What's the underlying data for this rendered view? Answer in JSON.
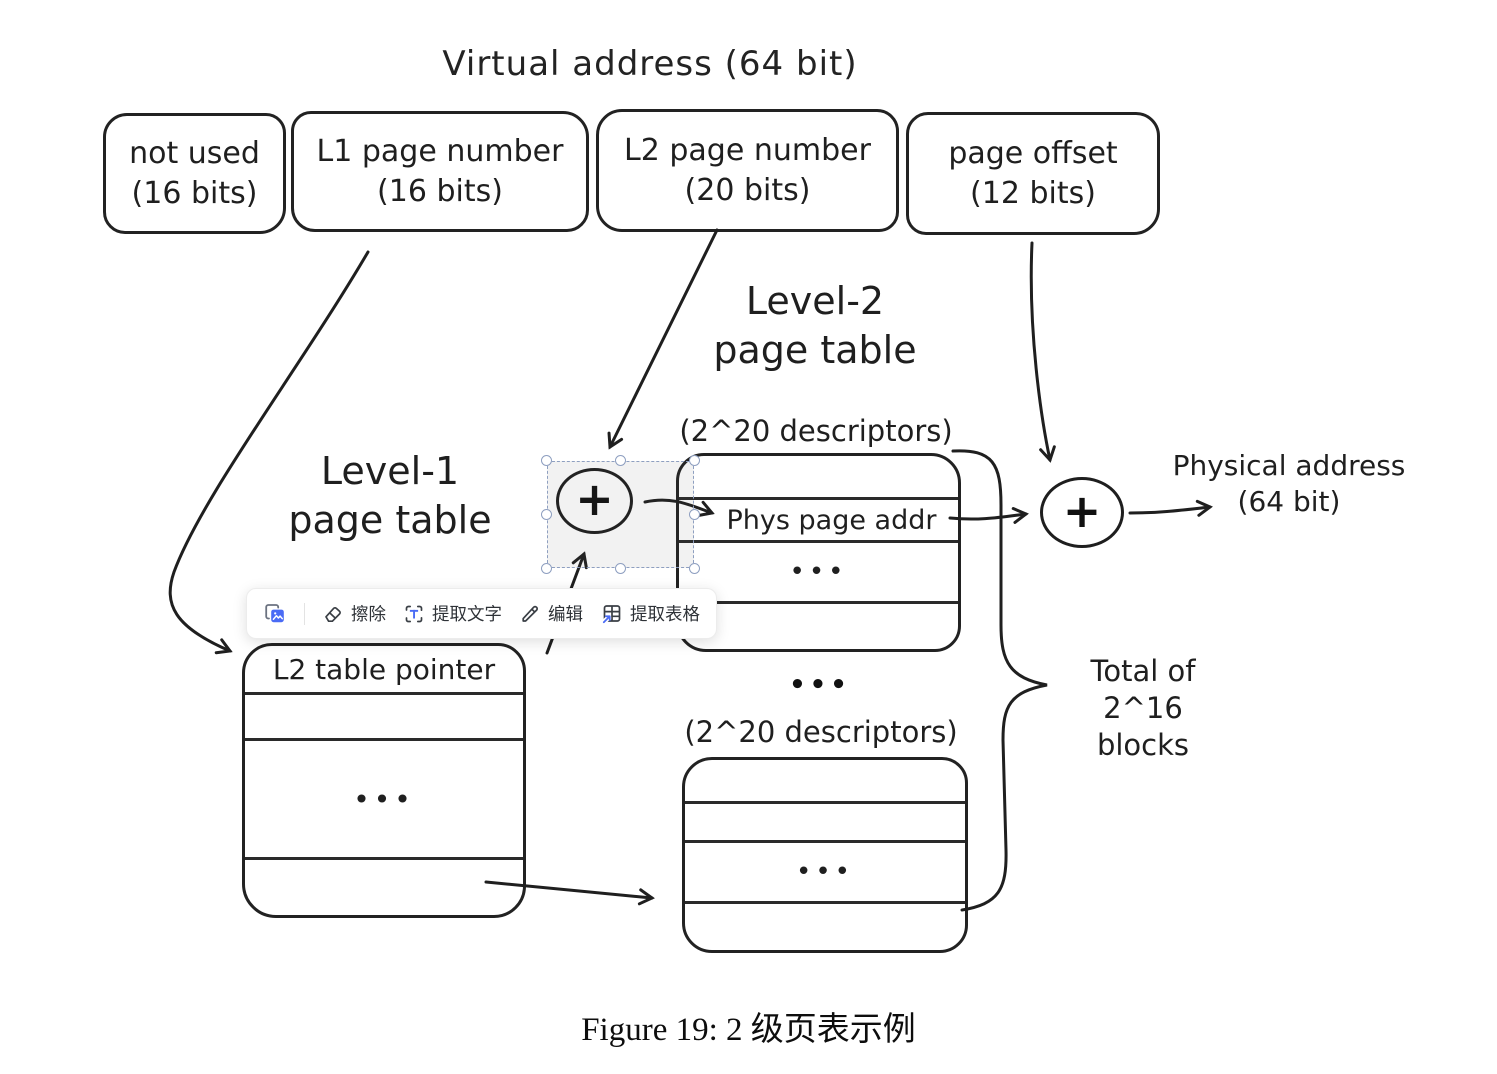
{
  "diagram": {
    "title": "Virtual address (64 bit)",
    "va_fields": [
      {
        "name": "not used",
        "bits": "(16 bits)"
      },
      {
        "name": "L1 page number",
        "bits": "(16 bits)"
      },
      {
        "name": "L2 page number",
        "bits": "(20 bits)"
      },
      {
        "name": "page offset",
        "bits": "(12 bits)"
      }
    ],
    "level2_label": {
      "line1": "Level-2",
      "line2": "page table"
    },
    "level1_label": {
      "line1": "Level-1",
      "line2": "page table"
    },
    "upper_descriptors": "(2^20 descriptors)",
    "lower_descriptors": "(2^20 descriptors)",
    "phys_page_addr": "Phys page addr",
    "l2_table_pointer": "L2 table pointer",
    "ellipsis": "•••",
    "plus": "+",
    "total_label": {
      "line1": "Total of",
      "line2": "2^16 blocks"
    },
    "physical_label": {
      "line1": "Physical address",
      "line2": "(64 bit)"
    }
  },
  "toolbar": {
    "buttons": [
      {
        "icon": "copy-as-image-icon",
        "label": ""
      },
      {
        "icon": "eraser-icon",
        "label": "擦除"
      },
      {
        "icon": "extract-text-icon",
        "label": "提取文字"
      },
      {
        "icon": "pencil-icon",
        "label": "编辑"
      },
      {
        "icon": "extract-table-icon",
        "label": "提取表格"
      }
    ]
  },
  "caption": "Figure 19: 2 级页表示例",
  "colors": {
    "ink": "#1f1f1f",
    "accent_blue": "#4a6bf5",
    "selection": "#8e9fc0"
  }
}
